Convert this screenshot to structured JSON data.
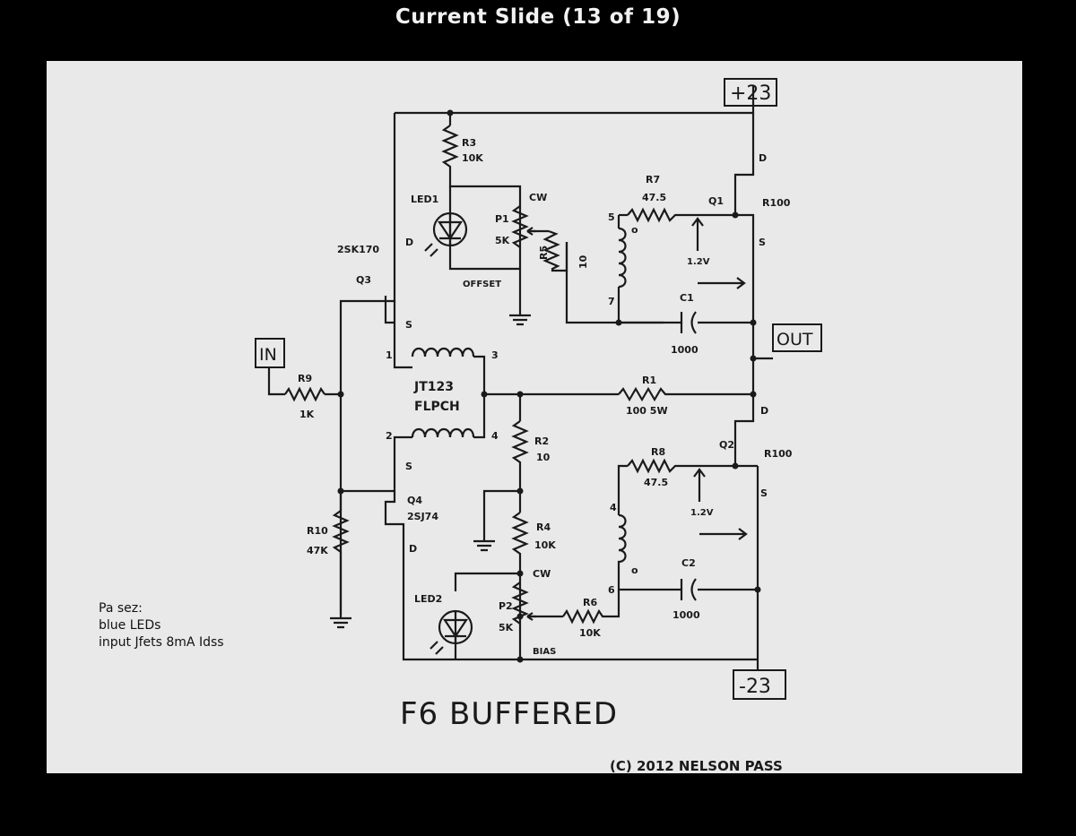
{
  "header": {
    "title": "Current Slide (13 of 19)"
  },
  "schematic": {
    "title": "F6 BUFFERED",
    "copyright": "(C) 2012 NELSON PASS",
    "terminals": {
      "pos_rail": "+23",
      "neg_rail": "-23",
      "input": "IN",
      "output": "OUT"
    },
    "labels": {
      "r3": "R3",
      "r3_val": "10K",
      "led1": "LED1",
      "p1": "P1",
      "p1_val": "5K",
      "p1_cw": "CW",
      "p1_offset": "OFFSET",
      "r5": "R5",
      "r5_val": "10",
      "jfet_q3": "2SK170",
      "q3": "Q3",
      "q3_d": "D",
      "q3_s": "S",
      "r7": "R7",
      "r7_val": "47.5",
      "q1": "Q1",
      "q1_d": "D",
      "q1_s": "S",
      "r100_top": "R100",
      "t1_pin5": "5",
      "t1_pin7": "7",
      "t1_dot": "o",
      "meas_top": "1.2V",
      "c1": "C1",
      "c1_val": "1000",
      "r9": "R9",
      "r9_val": "1K",
      "jt_line1": "JT123",
      "jt_line2": "FLPCH",
      "pin1": "1",
      "pin2": "2",
      "pin3": "3",
      "pin4": "4",
      "r1": "R1",
      "r1_val": "100 5W",
      "r2": "R2",
      "r2_val": "10",
      "r8": "R8",
      "r8_val": "47.5",
      "q2": "Q2",
      "q2_d": "D",
      "q2_s": "S",
      "r100_bot": "R100",
      "meas_bot": "1.2V",
      "q4": "Q4",
      "jfet_q4": "2SJ74",
      "q4_s": "S",
      "q4_d": "D",
      "r10": "R10",
      "r10_val": "47K",
      "r4": "R4",
      "r4_val": "10K",
      "p2_cw": "CW",
      "p2": "P2",
      "p2_val": "5K",
      "p2_bias": "BIAS",
      "led2": "LED2",
      "r6": "R6",
      "r6_val": "10K",
      "t2_pin4": "4",
      "t2_pin6": "6",
      "t2_dot": "o",
      "c2": "C2",
      "c2_val": "1000"
    }
  },
  "note": {
    "line1": "Pa sez:",
    "line2": "blue LEDs",
    "line3": "input Jfets 8mA Idss"
  }
}
